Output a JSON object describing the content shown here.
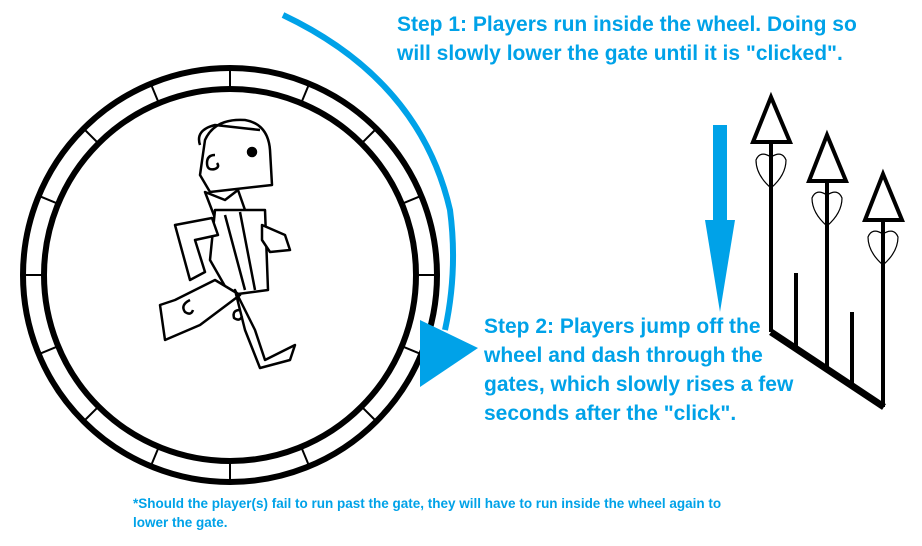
{
  "step1": "Step 1: Players run inside the wheel. Doing so will slowly lower the gate until it is \"clicked\".",
  "step2": "Step 2: Players jump off the wheel and dash through the gates, which slowly rises a few seconds after the \"click\".",
  "footnote": "*Should the player(s) fail to run past the gate, they will have to run inside the wheel again to lower the gate.",
  "colors": {
    "accent": "#00a2e8",
    "ink": "#000000"
  }
}
